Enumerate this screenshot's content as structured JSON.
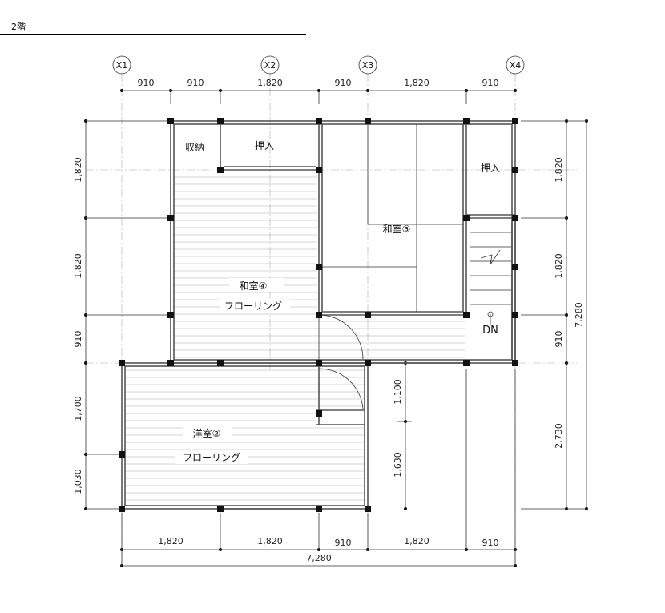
{
  "floor": "2階",
  "axes": [
    "X1",
    "X2",
    "X3",
    "X4"
  ],
  "rooms": {
    "washitsu4": {
      "name": "和室④",
      "floor": "フローリング"
    },
    "washitsu3": {
      "name": "和室③"
    },
    "youshitsu2": {
      "name": "洋室②",
      "floor": "フローリング"
    },
    "shuno": "収納",
    "oshiire": "押入",
    "stair": "DN"
  },
  "dims": {
    "top": [
      "910",
      "910",
      "1,820",
      "910",
      "1,820",
      "910"
    ],
    "bottom": [
      "1,820",
      "1,820",
      "910",
      "1,820",
      "910"
    ],
    "bottom_total": "7,280",
    "left": [
      "1,820",
      "1,820",
      "910",
      "1,700",
      "1,030"
    ],
    "right": [
      "1,820",
      "1,820",
      "910",
      "2,730"
    ],
    "right_total": "7,280",
    "inner": [
      "1,100",
      "1,630"
    ]
  }
}
